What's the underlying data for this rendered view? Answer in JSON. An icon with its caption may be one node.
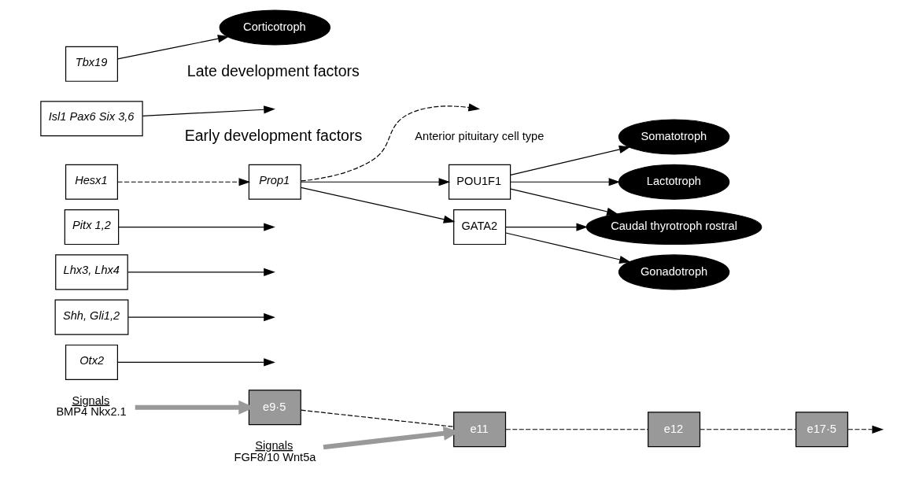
{
  "diagram": {
    "nodes": [
      {
        "text": [
          "Signals",
          "BMP4 Nkx2.1"
        ]
      },
      {
        "text": [
          "e9·5"
        ]
      },
      {
        "text": [
          "Signals",
          "FGF8/10 Wnt5a"
        ]
      },
      {
        "text": [
          "e11"
        ]
      },
      {
        "text": [
          "e12"
        ]
      },
      {
        "text": [
          "e17·5"
        ]
      },
      {
        "text": [
          "Otx2"
        ]
      },
      {
        "text": [
          "Shh, Gli1,2"
        ]
      },
      {
        "text": [
          "Lhx3, Lhx4"
        ]
      },
      {
        "text": [
          "Pitx 1,2"
        ]
      },
      {
        "text": [
          "Hesx1"
        ]
      },
      {
        "text": [
          "Isl1 Pax6 Six 3,6"
        ]
      },
      {
        "text": [
          "Prop1"
        ]
      },
      {
        "text": [
          "POU1F1"
        ]
      },
      {
        "text": [
          "GATA2"
        ]
      },
      {
        "text": [
          "Tbx19"
        ]
      },
      {
        "text": [
          "Somatotroph"
        ]
      },
      {
        "text": [
          "Lactotroph"
        ]
      },
      {
        "text": [
          "Caudal thyrotroph rostral"
        ]
      },
      {
        "text": [
          "Gonadotroph"
        ]
      },
      {
        "text": [
          "Corticotroph"
        ]
      }
    ],
    "edges": [
      {
        "from": 0,
        "to": 1,
        "arrow": "to",
        "style": "thick",
        "color": "#999999"
      },
      {
        "from": 2,
        "to": 3,
        "arrow": "to",
        "style": "thick",
        "color": "#999999"
      },
      {
        "from": 1,
        "to": 3,
        "arrow": "none",
        "style": "dashed"
      },
      {
        "from": 3,
        "to": 4,
        "arrow": "none",
        "style": "dashed"
      },
      {
        "from": 4,
        "to": 5,
        "arrow": "none",
        "style": "dashed"
      },
      {
        "from": 5,
        "to": null,
        "arrow": "to",
        "style": "dashed"
      },
      {
        "from": 6,
        "to": null,
        "arrow": "to"
      },
      {
        "from": 7,
        "to": null,
        "arrow": "to"
      },
      {
        "from": 8,
        "to": null,
        "arrow": "to"
      },
      {
        "from": 9,
        "to": null,
        "arrow": "to"
      },
      {
        "from": 10,
        "to": 12,
        "arrow": "to",
        "style": "dashed"
      },
      {
        "from": 11,
        "to": null,
        "arrow": "to"
      },
      {
        "from": 12,
        "to": 13,
        "arrow": "to"
      },
      {
        "from": 12,
        "to": null,
        "arrow": "to",
        "style": "dashed"
      },
      {
        "from": 12,
        "to": 14,
        "arrow": "to"
      },
      {
        "from": 13,
        "to": 16,
        "arrow": "to"
      },
      {
        "from": 13,
        "to": 17,
        "arrow": "to"
      },
      {
        "from": 13,
        "to": 18,
        "arrow": "to"
      },
      {
        "from": 14,
        "to": 18,
        "arrow": "to"
      },
      {
        "from": 14,
        "to": 19,
        "arrow": "to"
      },
      {
        "from": 15,
        "to": 20,
        "arrow": "to"
      }
    ],
    "labels": [
      "Anterior pituitary cell type",
      "Early development factors",
      "Late development factors"
    ]
  }
}
